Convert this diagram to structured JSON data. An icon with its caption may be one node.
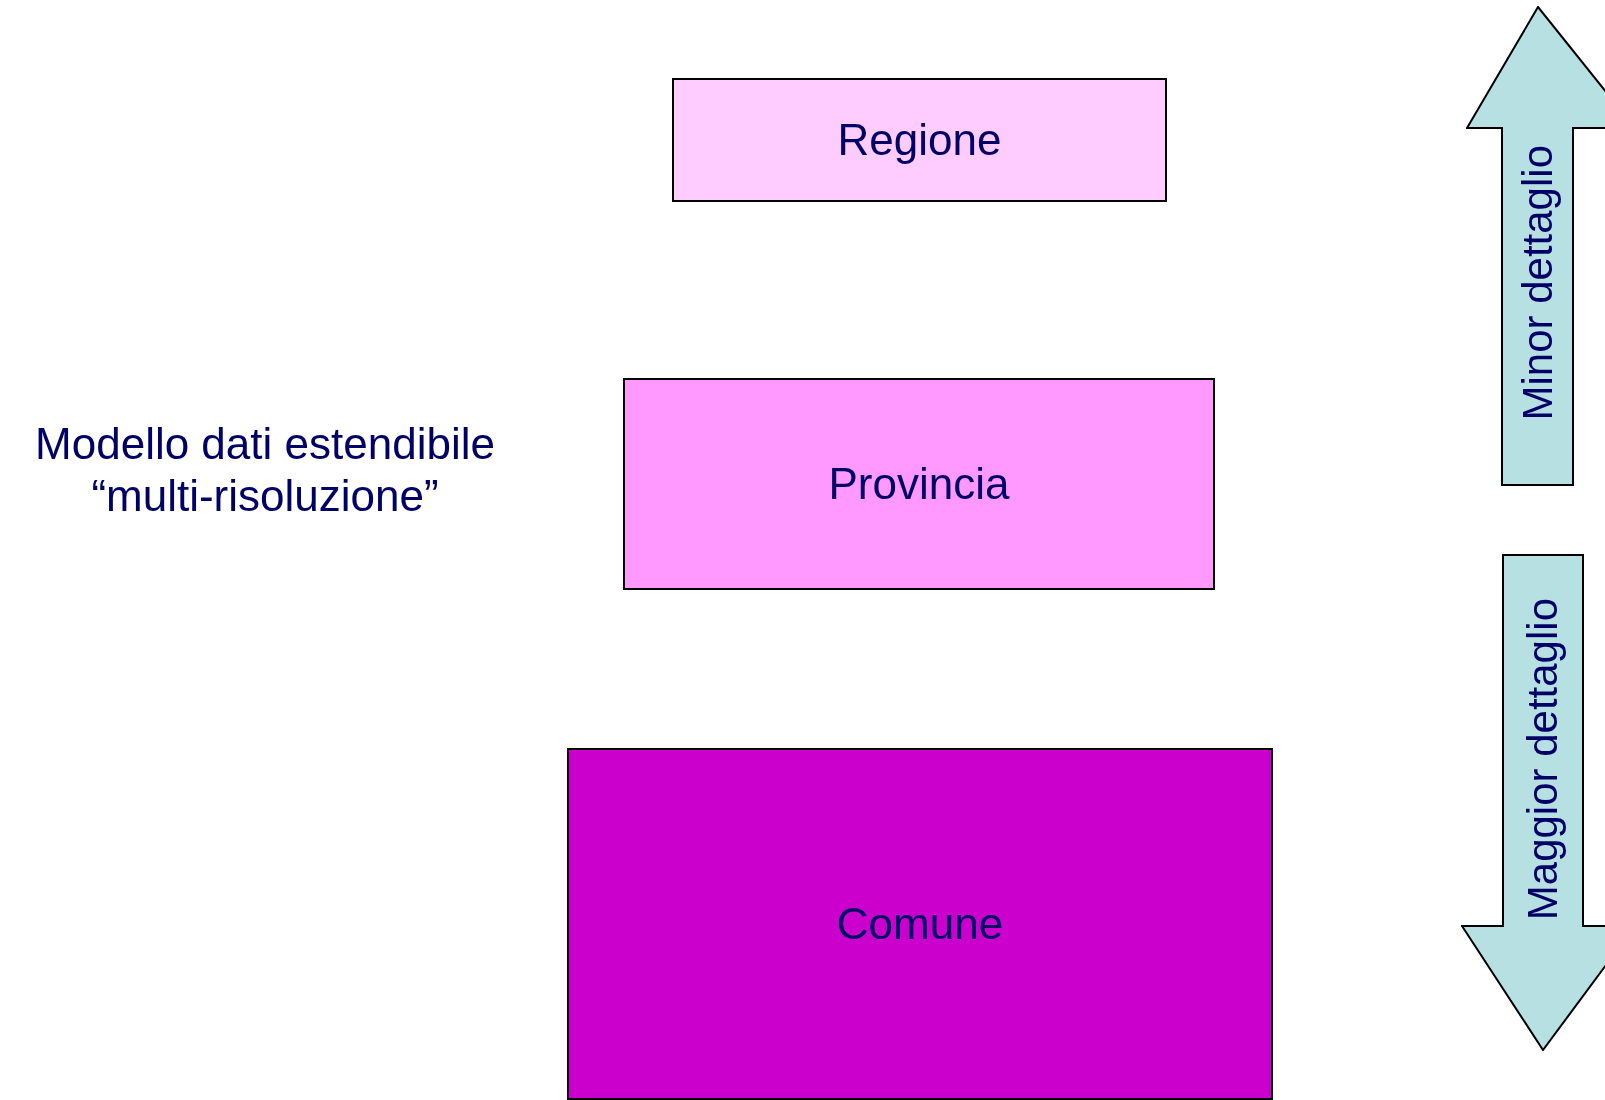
{
  "diagram": {
    "nodes": [
      {
        "text": [
          "Regione"
        ]
      },
      {
        "text": [
          "Provincia"
        ]
      },
      {
        "text": [
          "Comune"
        ]
      },
      {
        "text": [
          "Minor dettaglio"
        ]
      },
      {
        "text": [
          "Maggior dettaglio"
        ]
      }
    ],
    "edges": [],
    "labels": [
      "Modello dati estendibile “multi-risoluzione”"
    ]
  }
}
